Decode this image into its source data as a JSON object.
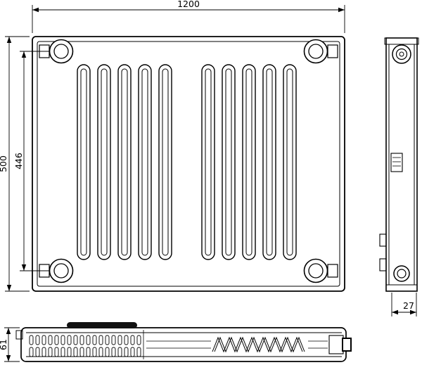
{
  "drawing": {
    "dimensions": {
      "overall_width": "1200",
      "overall_height": "500",
      "connection_pitch": "446",
      "depth": "27",
      "profile_height": "61"
    },
    "colors": {
      "line": "#000000",
      "background": "#ffffff",
      "fill_accent": "#111111"
    }
  }
}
